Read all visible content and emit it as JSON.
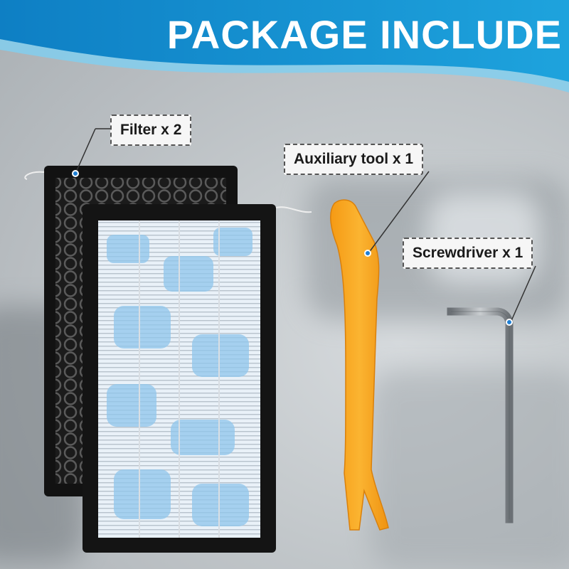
{
  "banner": {
    "title": "PACKAGE INCLUDE"
  },
  "items": [
    {
      "label": "Filter x 2",
      "icon": "air-filter-icon"
    },
    {
      "label": "Auxiliary tool x 1",
      "icon": "pry-tool-icon"
    },
    {
      "label": "Screwdriver x 1",
      "icon": "hex-key-icon"
    }
  ],
  "colors": {
    "banner_blue": "#1b9ad6",
    "banner_light": "#6cc6ee",
    "tool_orange": "#f7a21b",
    "filter_blue": "#8fc6ec",
    "marker_dot": "#1e7fd4"
  }
}
